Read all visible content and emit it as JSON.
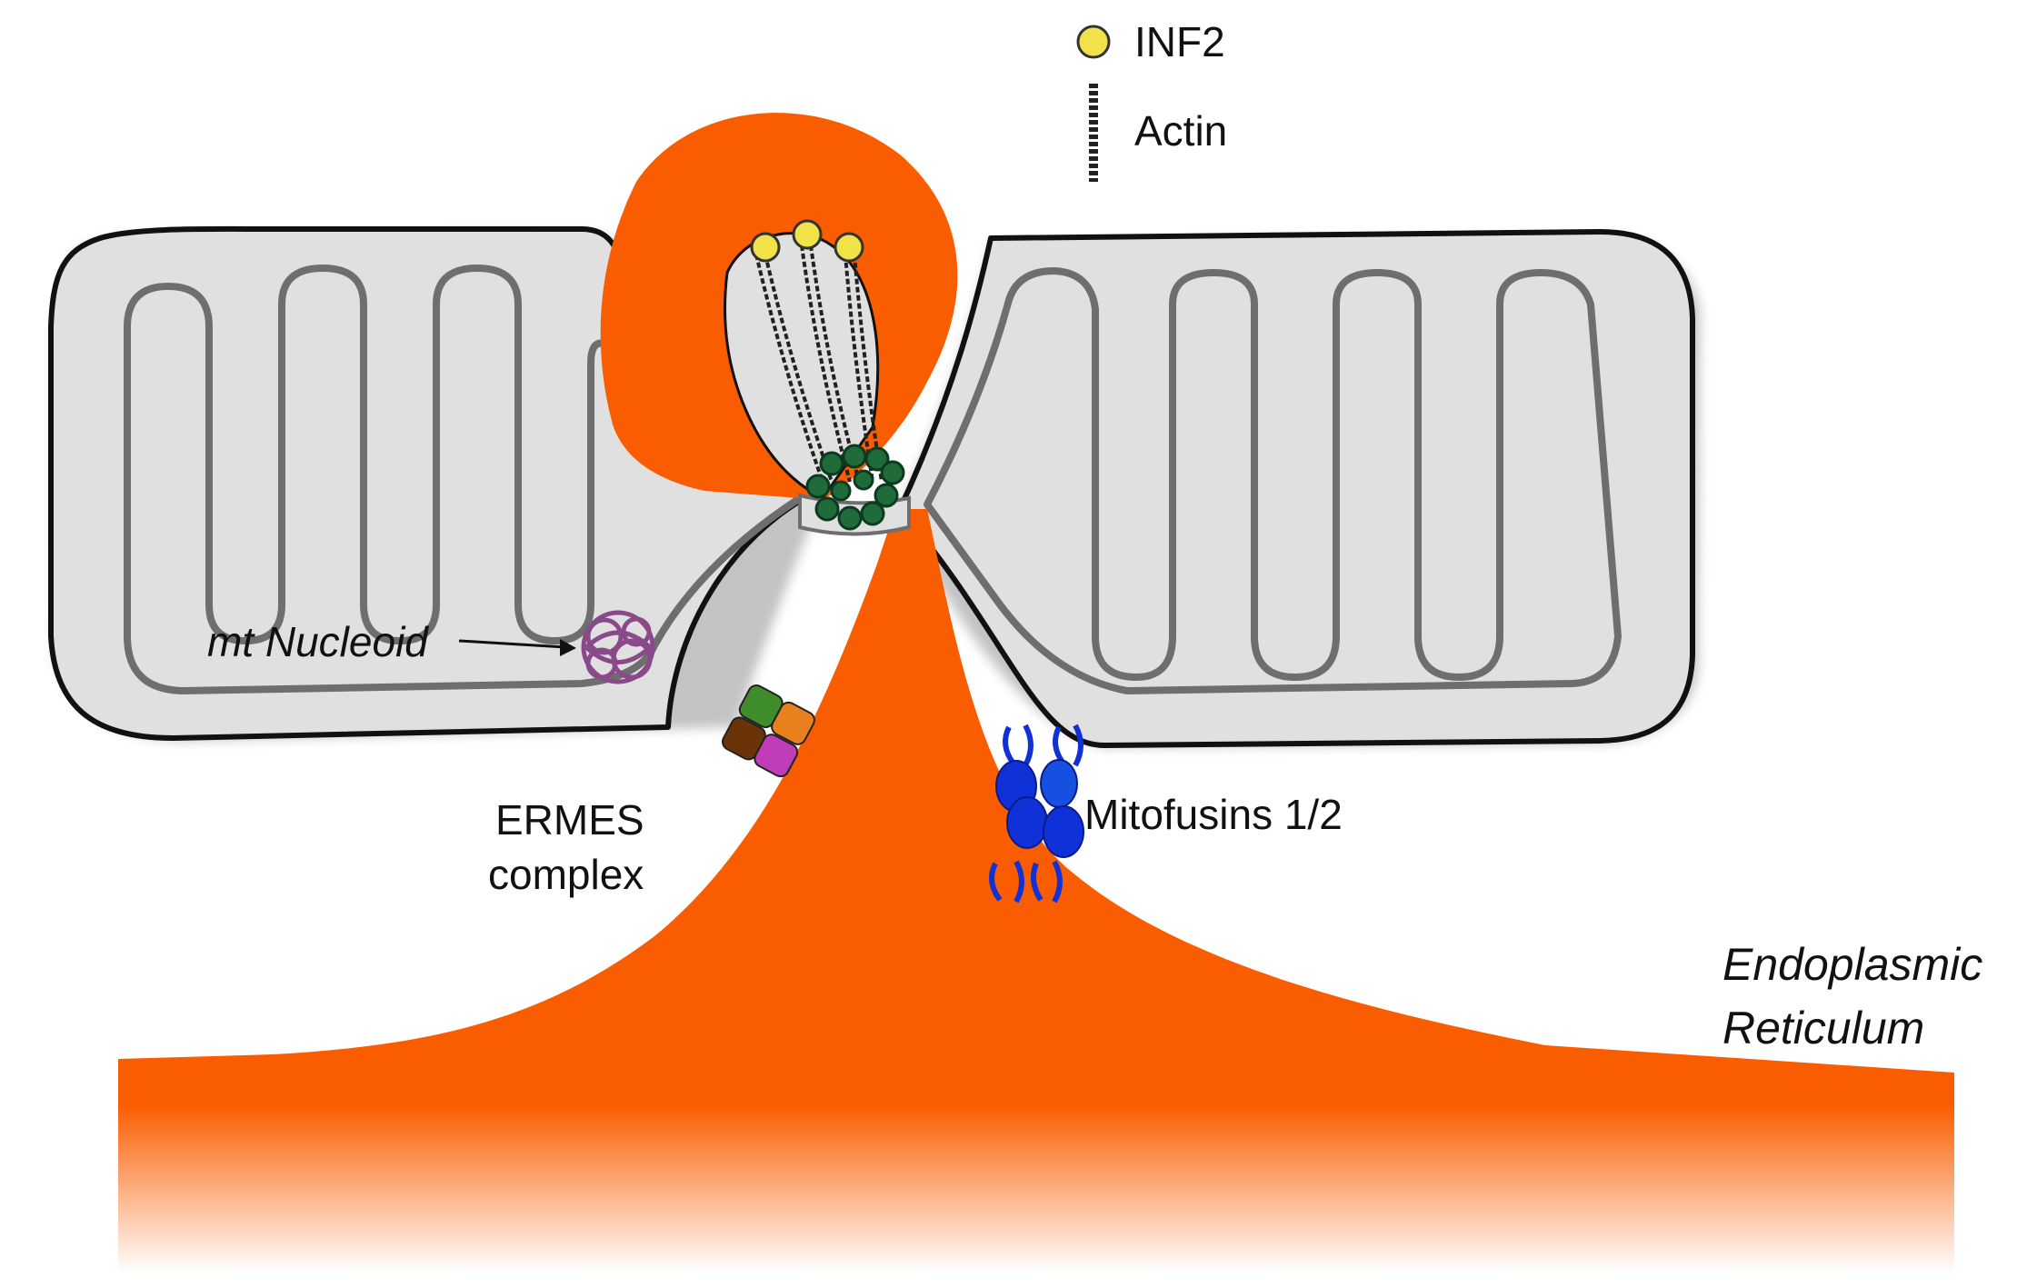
{
  "legend": {
    "inf2_label": "INF2",
    "actin_label": "Actin"
  },
  "labels": {
    "mt_nucleoid": "mt Nucleoid",
    "ermes_line1": "ERMES",
    "ermes_line2": "complex",
    "mitofusins": "Mitofusins 1/2",
    "er_line1": "Endoplasmic",
    "er_line2": "Reticulum"
  },
  "colors": {
    "er": "#fa5c00",
    "mito_matrix": "#e0e0e0",
    "mito_outline": "#111111",
    "cristae": "#6e6e6e",
    "inf2": "#f2e24a",
    "drp1_ring": "#1f6b3a",
    "nucleoid": "#8a4a8a",
    "mitofusin": "#1030d8",
    "ermes": [
      "#3f8c2b",
      "#e8801e",
      "#6a3408",
      "#c03cb8"
    ]
  },
  "icons": {
    "inf2": "yellow-dot",
    "actin": "actin-filament",
    "constriction_ring": "green-bead-ring",
    "nucleoid": "tangled-coil",
    "ermes": "four-subunit-block",
    "mitofusin": "blue-tethers"
  }
}
